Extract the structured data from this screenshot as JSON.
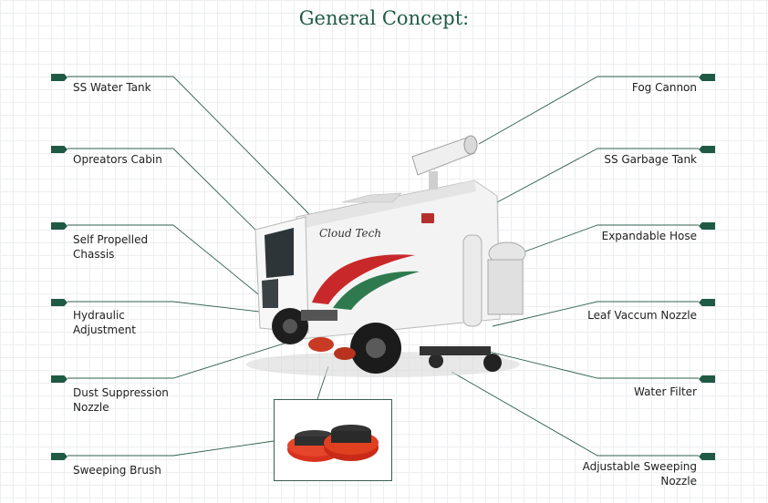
{
  "title": "General Concept:",
  "truck_logo_text": "Cloud Tech",
  "labels_left": [
    {
      "key": "water_tank",
      "lines": [
        "SS Water Tank"
      ]
    },
    {
      "key": "operators_cabin",
      "lines": [
        "Opreators Cabin"
      ]
    },
    {
      "key": "chassis",
      "lines": [
        "Self Propelled",
        "Chassis"
      ]
    },
    {
      "key": "hydraulic",
      "lines": [
        "Hydraulic",
        "Adjustment"
      ]
    },
    {
      "key": "dust_nozzle",
      "lines": [
        "Dust Suppression",
        "Nozzle"
      ]
    },
    {
      "key": "sweeping_brush",
      "lines": [
        "Sweeping Brush"
      ]
    }
  ],
  "labels_right": [
    {
      "key": "fog_cannon",
      "lines": [
        "Fog Cannon"
      ]
    },
    {
      "key": "garbage_tank",
      "lines": [
        "SS Garbage Tank"
      ]
    },
    {
      "key": "hose",
      "lines": [
        "Expandable Hose"
      ]
    },
    {
      "key": "leaf_nozzle",
      "lines": [
        "Leaf Vaccum Nozzle"
      ]
    },
    {
      "key": "water_filter",
      "lines": [
        "Water Filter"
      ]
    },
    {
      "key": "sweeping_nozzle",
      "lines": [
        "Adjustable Sweeping",
        "Nozzle"
      ]
    }
  ],
  "colors": {
    "accent": "#1f5a45",
    "stripe_red": "#c8282a",
    "stripe_green": "#2e7a4e",
    "brush_red": "#d8321e"
  }
}
